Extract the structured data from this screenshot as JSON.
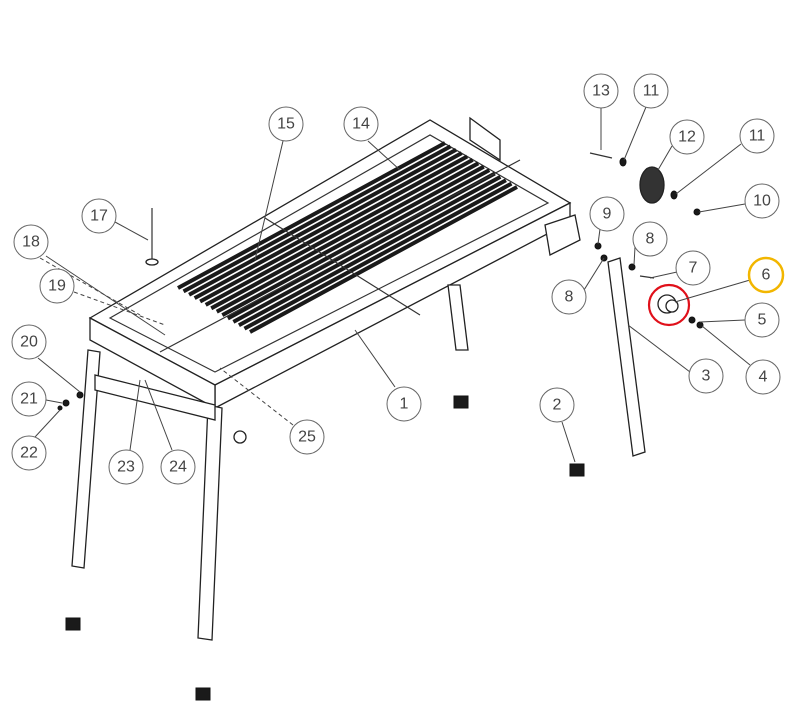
{
  "diagram": {
    "callouts": [
      "13",
      "11",
      "12",
      "11",
      "10",
      "9",
      "8",
      "7",
      "6",
      "8",
      "5",
      "3",
      "4",
      "15",
      "14",
      "17",
      "18",
      "19",
      "20",
      "21",
      "22",
      "1",
      "2",
      "25",
      "23",
      "24"
    ],
    "highlight_colors": {
      "selected_callout": "#f2b600",
      "selected_part": "#e0101a"
    }
  }
}
